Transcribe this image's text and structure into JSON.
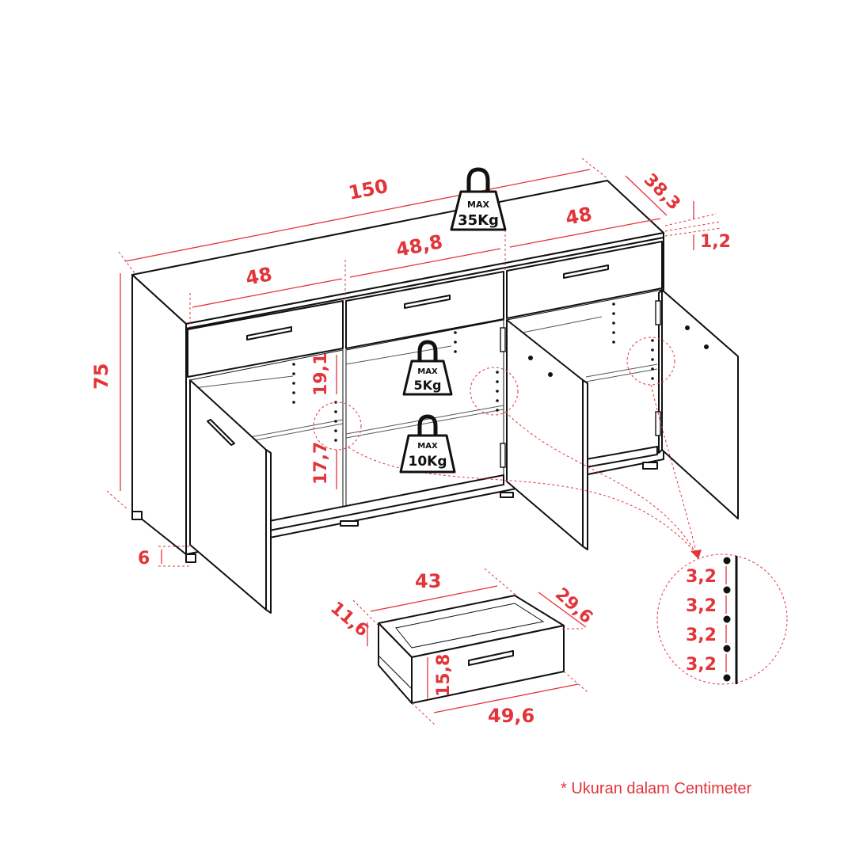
{
  "dimensions": {
    "total_width": "150",
    "depth": "38,3",
    "height": "75",
    "top_thickness": "1,2",
    "left_drawer_width": "48",
    "middle_drawer_width": "48,8",
    "right_drawer_width": "48",
    "upper_shelf_gap": "19,1",
    "lower_shelf_gap": "17,7",
    "leg_height": "6",
    "drawer_inner_width": "43",
    "drawer_depth": "29,6",
    "drawer_side_height": "11,6",
    "drawer_front_height": "15,8",
    "drawer_front_width": "49,6"
  },
  "shelf_pin_spacing": [
    "3,2",
    "3,2",
    "3,2",
    "3,2"
  ],
  "weight_limits": {
    "top": {
      "max_label": "MAX",
      "value": "35Kg"
    },
    "upper_shelf": {
      "max_label": "MAX",
      "value": "5Kg"
    },
    "lower_shelf": {
      "max_label": "MAX",
      "value": "10Kg"
    }
  },
  "footnote": "* Ukuran dalam Centimeter",
  "colors": {
    "dimension": "#e3343a",
    "outline": "#111111",
    "background": "#ffffff"
  }
}
